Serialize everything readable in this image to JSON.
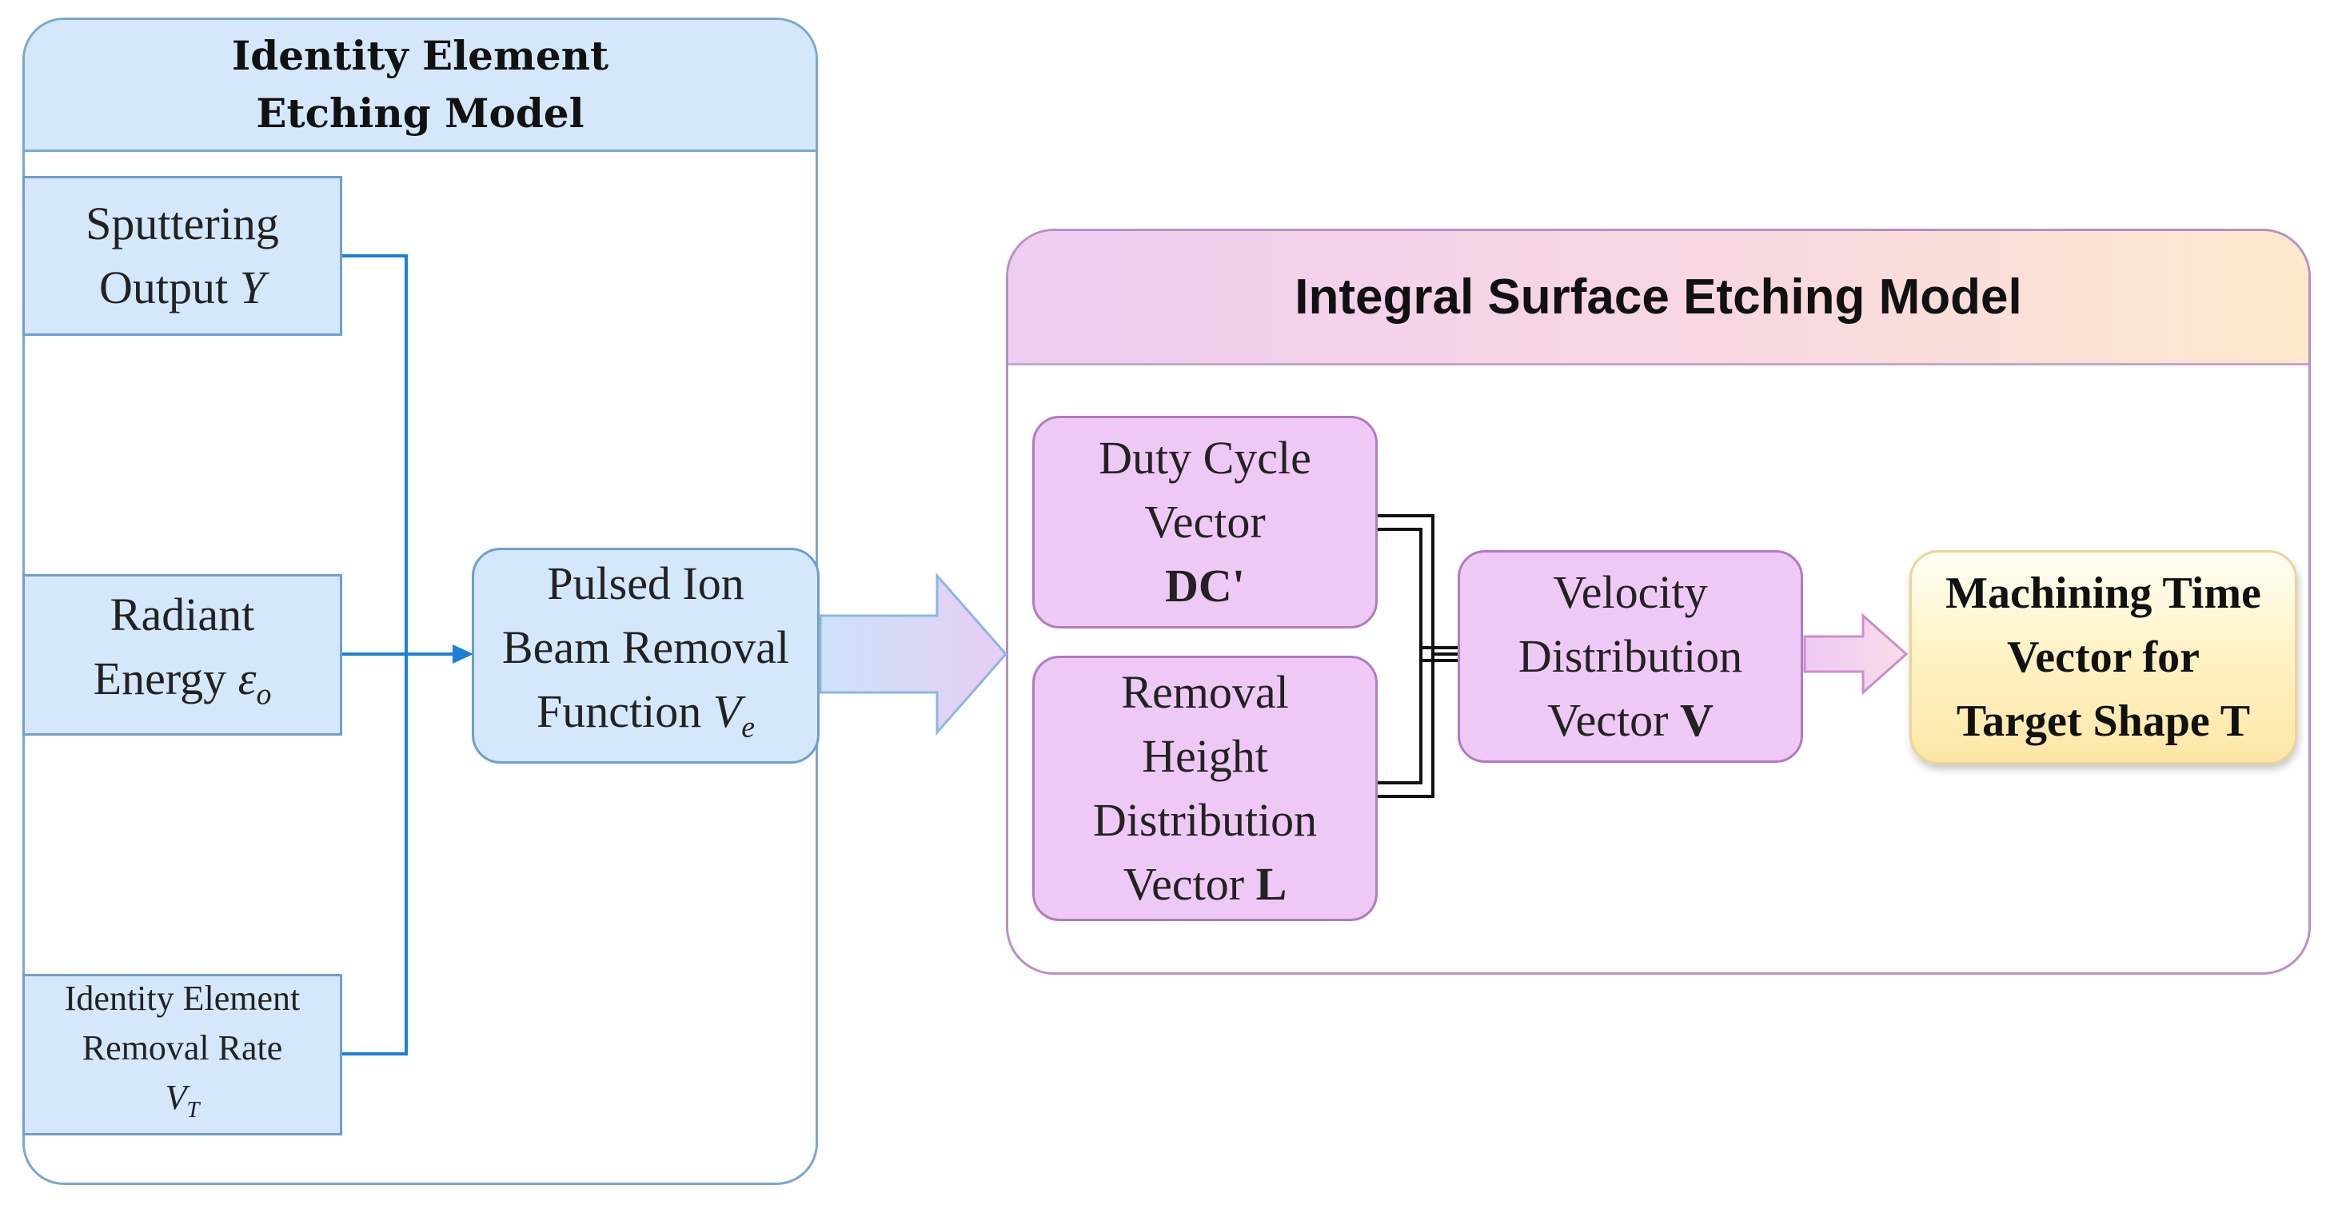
{
  "identity_model": {
    "title_lines": [
      "Identity Element",
      "Etching Model"
    ],
    "sputtering": {
      "text": "Sputtering",
      "output_label": "Output",
      "symbol": "Y"
    },
    "radiant": {
      "text": "Radiant",
      "energy_label": "Energy",
      "symbol": "ε",
      "subscript": "o"
    },
    "removal_rate": {
      "line1": "Identity Element",
      "line2": "Removal Rate",
      "symbol": "V",
      "subscript": "T"
    },
    "removal_function": {
      "line1": "Pulsed Ion",
      "line2": "Beam Removal",
      "line3_label": "Function",
      "symbol": "V",
      "subscript": "e"
    }
  },
  "integral_model": {
    "title": "Integral Surface Etching Model",
    "duty_cycle": {
      "line1": "Duty Cycle",
      "line2": "Vector",
      "line3": "DC'"
    },
    "removal_height": {
      "line1": "Removal",
      "line2": "Height",
      "line3": "Distribution",
      "line4_label": "Vector",
      "line4_bold": "L"
    },
    "velocity": {
      "line1": "Velocity",
      "line2": "Distribution",
      "line3_label": "Vector",
      "line3_bold": "V"
    },
    "machining_time": {
      "line1": "Machining Time",
      "line2": "Vector for",
      "line3": "Target Shape T"
    }
  },
  "colors": {
    "blue_fill": "#d5e8fb",
    "blue_stroke": "#6d9fd2",
    "connector_blue": "#1a7fd6",
    "purple_fill": "#efc9f5",
    "purple_stroke": "#b07bbf",
    "yellow_fill": "#fff3c7"
  }
}
